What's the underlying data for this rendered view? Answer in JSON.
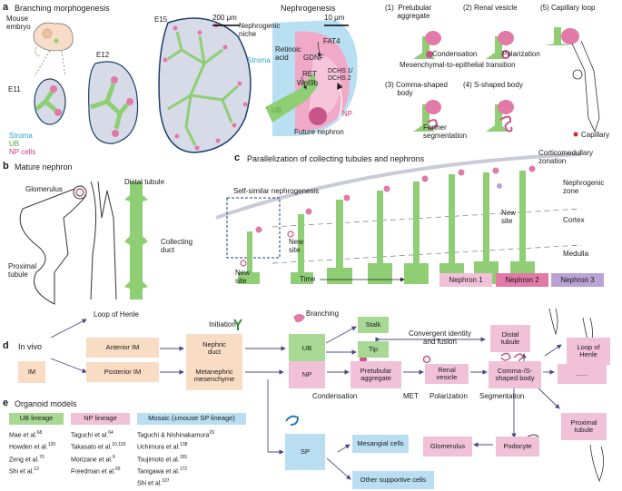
{
  "panel_a": {
    "label": "a",
    "title": "Branching morphogenesis",
    "mouse_embryo": "Mouse\nembryo",
    "e11": "E11",
    "e12": "E12",
    "e15": "E15",
    "scale_200": "200 μm",
    "legend_stroma": "Stroma",
    "legend_ub": "UB",
    "legend_np": "NP cells",
    "nephrogenesis_title": "Nephrogenesis",
    "scale_10": "10 μm",
    "nephrogenic_niche": "Nephrogenic\nniche",
    "stroma": "Stroma",
    "retinoic_acid": "Retinoic\nacid",
    "gdnf": "GDNF",
    "fat4": "FAT4",
    "ret": "RET",
    "wnt9b": "Wnt9b",
    "dchs": "DCHS 1/\nDCHS 2",
    "ub": "UB",
    "np": "NP",
    "future_nephron": "Future nephron",
    "s1": "(1)  Pretubular\n      aggregate",
    "s2": "(2) Renal vesicle",
    "s5": "(5) Capillary loop",
    "condensation": "Condensation",
    "polarization": "Polarization",
    "met": "Mesenchymal-to-epithelial transition",
    "s3": "(3) Comma-shaped\n      body",
    "s4": "(4) S-shaped body",
    "further_seg": "Further\nsegmentation",
    "capillary": "Capillary"
  },
  "panel_b": {
    "label": "b",
    "title": "Mature nephron",
    "glomerulus": "Glomerulus",
    "distal": "Distal tubule",
    "collecting": "Collecting\nduct",
    "proximal": "Proximal\ntubule",
    "henle": "Loop of Henle"
  },
  "panel_c": {
    "label": "c",
    "title": "Parallelization of collecting tubules and nephrons",
    "cortico": "Corticomedullary\nzonation",
    "self_similar": "Self-similar nephrogenesis",
    "nephrogenic_zone": "Nephrogenic\nzone",
    "cortex": "Cortex",
    "medulla": "Medulla",
    "new_site_1": "New\nsite",
    "new_site_2": "New\nsite",
    "new_site_3": "New\nsite",
    "time": "Time",
    "nephron1": "Nephron 1",
    "nephron2": "Nephron 2",
    "nephron3": "Nephron 3"
  },
  "panel_d": {
    "label": "d",
    "in_vivo": "In vivo",
    "im": "IM",
    "anterior_im": "Anterior IM",
    "posterior_im": "Posterior IM",
    "nephric_duct": "Nephric\nduct",
    "metanephric": "Metanephric\nmesenchyme",
    "initiation": "Initiation",
    "ub": "UB",
    "branching": "Branching",
    "stalk": "Stalk",
    "tip": "Tip",
    "convergent": "Convergent identity\nand fusion",
    "distal": "Distal\ntubule",
    "henle": "Loop of\nHenle",
    "np": "NP",
    "pretubular": "Pretubular\naggregate",
    "renal_vesicle": "Renal vesicle",
    "comma": "Comma-/S-\nshaped body",
    "ellipsis": "......",
    "condensation": "Condensation",
    "met": "MET",
    "polarization": "Polarization",
    "segmentation": "Segmentation",
    "proximal": "Proximal\ntubule",
    "sp": "SP",
    "mesangial": "Mesangial cells",
    "glomerulus": "Glomerulus",
    "podocyte": "Podocyte",
    "other": "Other supportive cells"
  },
  "panel_e": {
    "label": "e",
    "title": "Organoid models",
    "ub_lineage": "UB lineage",
    "np_lineage": "NP lineage",
    "mosaic": "Mosaic (±mouse SP lineage)",
    "ub_refs": [
      {
        "t": "Mae et al.",
        "s": "68"
      },
      {
        "t": "Howden et al.",
        "s": "120"
      },
      {
        "t": "Zeng et al.",
        "s": "70"
      },
      {
        "t": "Shi et al.",
        "s": "13"
      }
    ],
    "np_refs": [
      {
        "t": "Taguchi et al.",
        "s": "64"
      },
      {
        "t": "Takasato et al.",
        "s": "10,103"
      },
      {
        "t": "Morizane et al.",
        "s": "9"
      },
      {
        "t": "Freedman et al.",
        "s": "65"
      }
    ],
    "mosaic_refs": [
      {
        "t": "Taguchi & Nishinakamura",
        "s": "29"
      },
      {
        "t": "Uchimura et al.",
        "s": "138"
      },
      {
        "t": "Tsujimoto et al.",
        "s": "155"
      },
      {
        "t": "Tanigawa et al.",
        "s": "172"
      },
      {
        "t": "Shi et al.",
        "s": "107"
      }
    ]
  },
  "colors": {
    "ub_green": "#8fce74",
    "np_pink": "#e17aa7",
    "stroma_blue": "#b8e0f2",
    "orange_box": "#f9dcc4",
    "green_box": "#a7d894",
    "pink_box": "#f1c1d8",
    "blue_box": "#b9def2",
    "nephron3_purple": "#b9a3d6",
    "capillary_red": "#d62828"
  }
}
